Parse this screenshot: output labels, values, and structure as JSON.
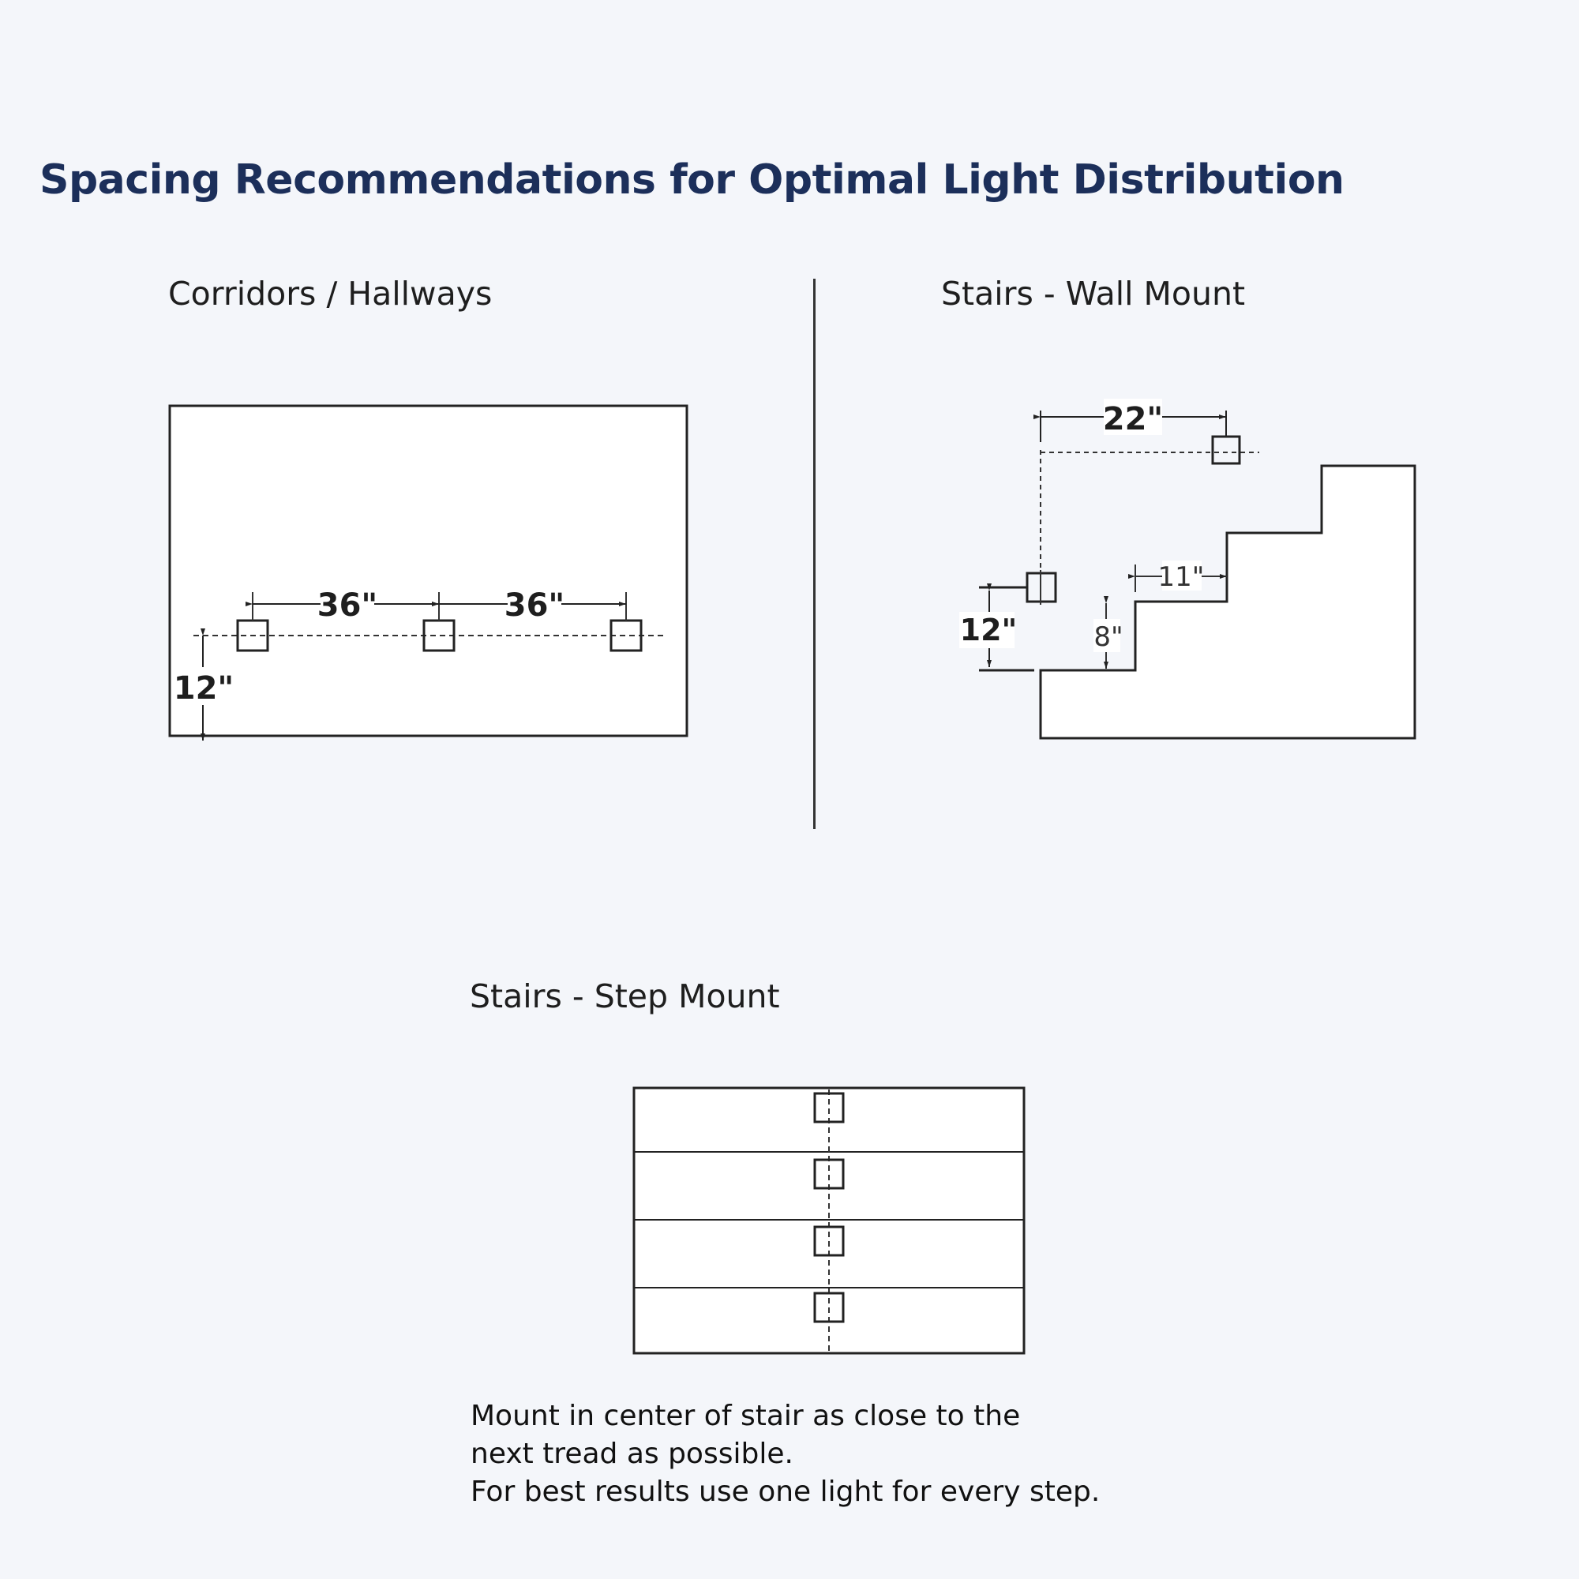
{
  "title": "Spacing Recommendations for Optimal Light Distribution",
  "sections": {
    "corridors": {
      "title": "Corridors / Hallways",
      "spacing_left": "36\"",
      "spacing_right": "36\"",
      "height": "12\""
    },
    "wall_mount": {
      "title": "Stairs - Wall Mount",
      "spacing": "22\"",
      "height": "12\"",
      "tread_depth": "11\"",
      "riser_height": "8\""
    },
    "step_mount": {
      "title": "Stairs - Step Mount",
      "note": {
        "line1": "Mount in center of stair as close to the",
        "line2": "next tread as possible.",
        "line3": "For best results use one light for every step."
      }
    }
  },
  "colors": {
    "title": "#1c2f5a",
    "line": "#222222",
    "background": "#f4f6fa",
    "panel": "#ffffff"
  }
}
